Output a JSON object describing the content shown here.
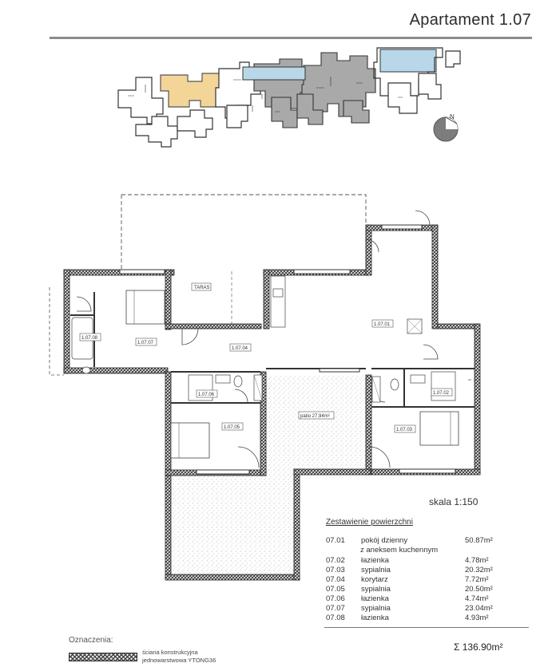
{
  "header": {
    "title": "Apartament 1.07"
  },
  "plan": {
    "scale_label": "skala 1:150",
    "room_labels": {
      "r0701": "1.07.01",
      "r0702": "1.07.02",
      "r0703": "1.07.03",
      "r0704": "1.07.04",
      "r0705": "1.07.05",
      "r0706": "1.07.06",
      "r0707": "1.07.07",
      "r0708": "1.07.08",
      "terrace": "TARAS",
      "garden": "patio 27,94m²"
    }
  },
  "areas": {
    "title": "Zestawienie powierzchni",
    "rooms": [
      {
        "code": "07.01",
        "name": "pokój dzienny",
        "area": "50.87m²"
      },
      {
        "code": "",
        "name": "z aneksem kuchennym",
        "area": ""
      },
      {
        "code": "07.02",
        "name": "łazienka",
        "area": "4.78m²"
      },
      {
        "code": "07.03",
        "name": "sypialnia",
        "area": "20.32m²"
      },
      {
        "code": "07.04",
        "name": "korytarz",
        "area": "7.72m²"
      },
      {
        "code": "07.05",
        "name": "sypialnia",
        "area": "20.50m²"
      },
      {
        "code": "07.06",
        "name": "łazienka",
        "area": "4.74m²"
      },
      {
        "code": "07.07",
        "name": "sypialnia",
        "area": "23.04m²"
      },
      {
        "code": "07.08",
        "name": "łazienka",
        "area": "4.93m²"
      }
    ],
    "total": "Σ 136.90m²"
  },
  "legend": {
    "title": "Oznaczenia:",
    "line1": "ściana konstrukcyjna",
    "line2": "jednowarstwowa YTONG36"
  },
  "colors": {
    "highlight": "#f3d597",
    "building": "#ffffff",
    "neighbour": "#a9a9a9",
    "water": "#b8d8ea",
    "wall": "#3a3a3a"
  }
}
